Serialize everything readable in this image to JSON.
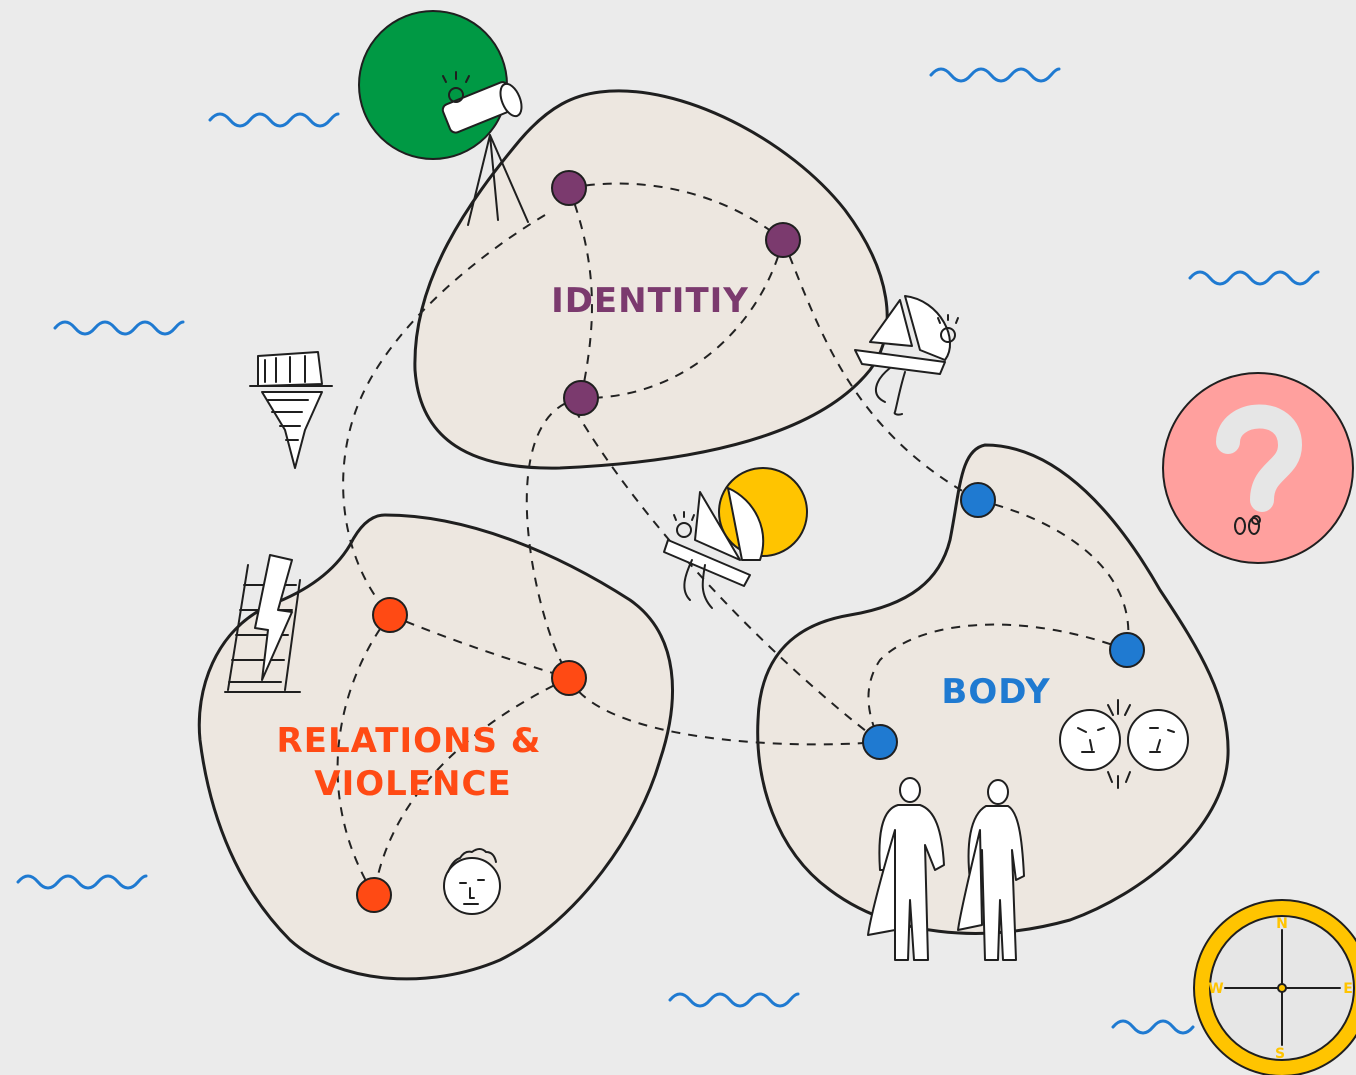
{
  "regions": {
    "identity": {
      "label": "IDENTITIY",
      "color": "#7b3a6e"
    },
    "body": {
      "label": "BODY",
      "color": "#1f7ad1"
    },
    "relations": {
      "label_line1": "RELATIONS &",
      "label_line2": "VIOLENCE",
      "color": "#ff4a14"
    }
  },
  "compass": {
    "n": "N",
    "e": "E",
    "s": "S",
    "w": "W"
  },
  "colors": {
    "background": "#ebebeb",
    "island": "#ede7e0",
    "identity_node": "#7b3a6e",
    "body_node": "#1f7ad1",
    "relations_node": "#ff4a14",
    "wave": "#1f7ad1",
    "green_circle": "#009944",
    "yellow_circle": "#ffc400",
    "pink_circle": "#ffa09e",
    "compass_ring": "#ffc400"
  },
  "icons": [
    "telescope-icon",
    "iceberg-icon",
    "sailboat-icon",
    "question-mark-icon",
    "ladder-lightning-icon",
    "face-icon",
    "faces-clash-icon",
    "two-people-icon",
    "compass-icon",
    "wave-icon"
  ]
}
